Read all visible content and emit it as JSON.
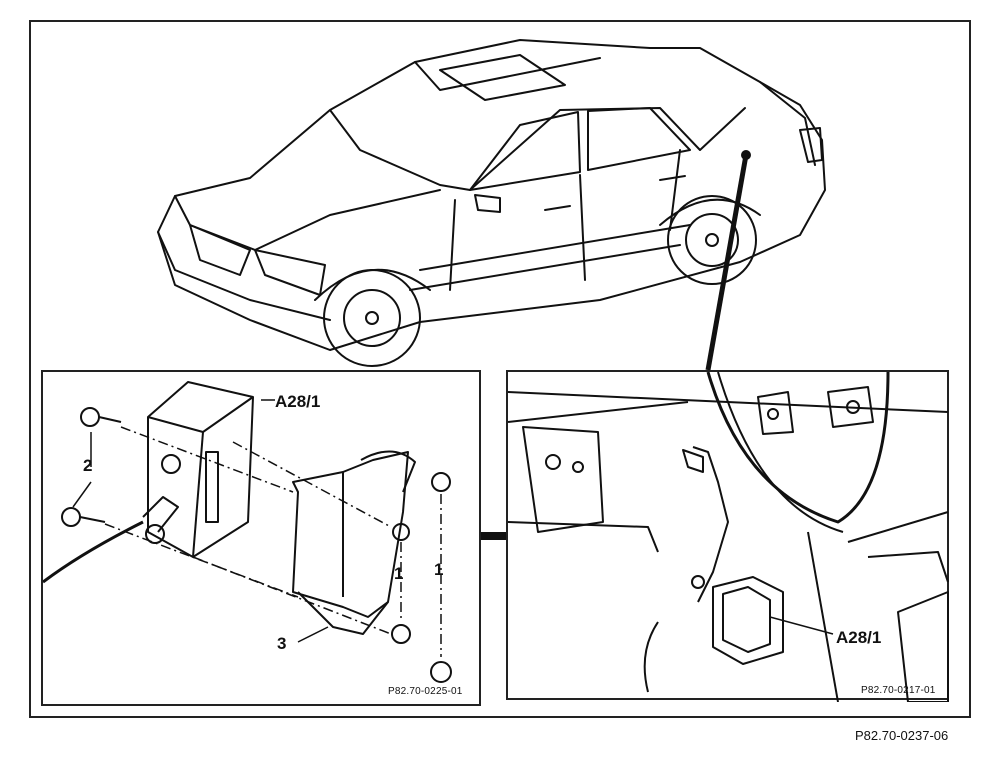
{
  "figure_id": "P82.70-0237-06",
  "left_inset": {
    "ref": "P82.70-0225-01",
    "labels": {
      "module": "A28/1",
      "bolt": "2",
      "nut_a": "1",
      "nut_b": "1",
      "bracket": "3"
    }
  },
  "right_inset": {
    "ref": "P82.70-0217-01",
    "labels": {
      "module": "A28/1"
    }
  }
}
